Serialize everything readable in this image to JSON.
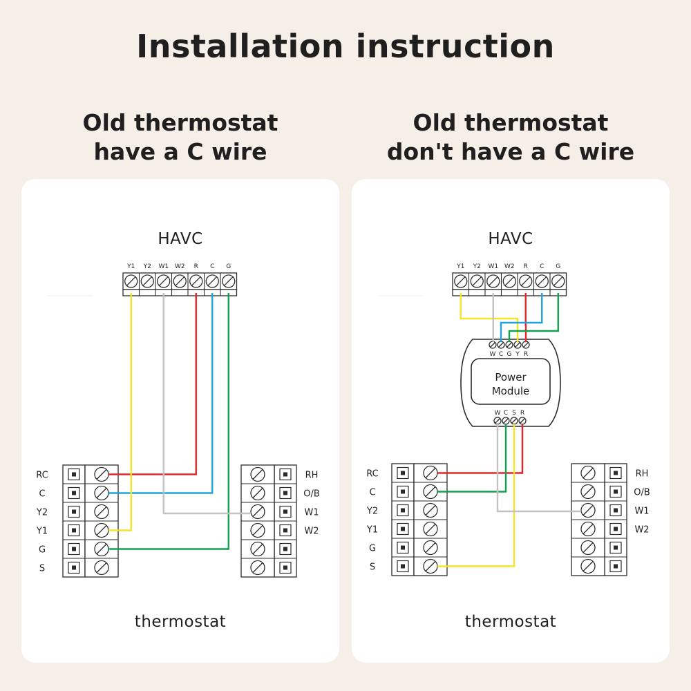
{
  "title": "Installation instruction",
  "left": {
    "heading_line1": "Old thermostat",
    "heading_line2": "have a C wire",
    "havc_label": "HAVC",
    "thermostat_label": "thermostat"
  },
  "right": {
    "heading_line1": "Old thermostat",
    "heading_line2": "don't have a C wire",
    "havc_label": "HAVC",
    "thermostat_label": "thermostat",
    "module_line1": "Power",
    "module_line2": "Module",
    "module_top_terminals": [
      "W",
      "C",
      "G",
      "Y",
      "R"
    ],
    "module_bottom_terminals": [
      "W",
      "C",
      "S",
      "R"
    ]
  },
  "havc_terminals": [
    "Y1",
    "Y2",
    "W1",
    "W2",
    "R",
    "C",
    "G"
  ],
  "thermostat_left_terminals": [
    "RC",
    "C",
    "Y2",
    "Y1",
    "G",
    "S"
  ],
  "thermostat_right_terminals": [
    "RH",
    "O/B",
    "W1",
    "W2"
  ],
  "wire_colors": {
    "red": "#e0262b",
    "blue": "#1fa4dc",
    "green": "#14a14e",
    "yellow": "#f6e42a",
    "gray": "#c2c2c2"
  }
}
